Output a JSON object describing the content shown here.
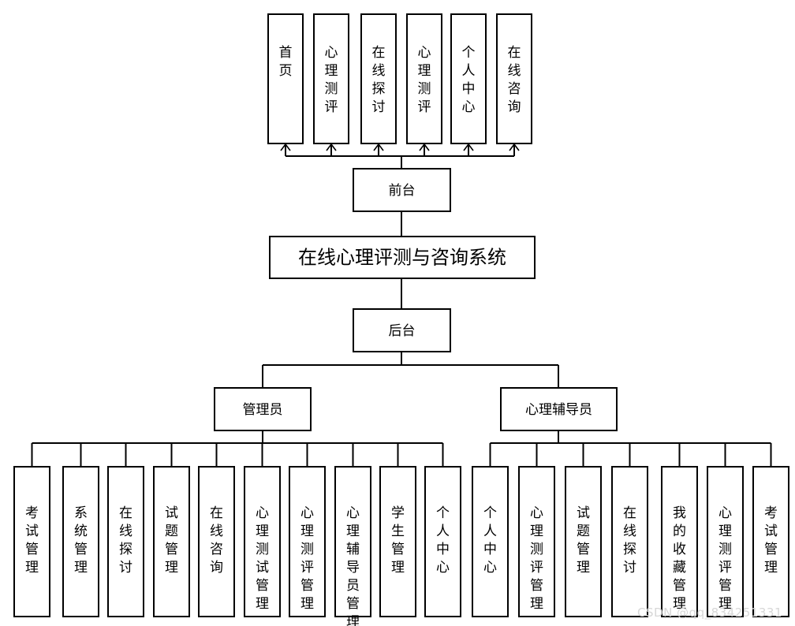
{
  "colors": {
    "stroke": "#000000",
    "box_fill": "#ffffff",
    "text": "#000000",
    "watermark": "#d7d7d7"
  },
  "diagram": {
    "root": "在线心理评测与咨询系统",
    "frontend": {
      "title": "前台",
      "items": [
        "首页",
        "心理测评",
        "在线探讨",
        "心理测评",
        "个人中心",
        "在线咨询"
      ]
    },
    "backend": {
      "title": "后台",
      "roles": [
        {
          "title": "管理员",
          "items": [
            "考试管理",
            "系统管理",
            "在线探讨",
            "试题管理",
            "在线咨询",
            "心理测试管理",
            "心理测评管理",
            "心理辅导员管理",
            "学生管理",
            "个人中心"
          ]
        },
        {
          "title": "心理辅导员",
          "items": [
            "个人中心",
            "心理测评管理",
            "试题管理",
            "在线探讨",
            "我的收藏管理",
            "心理测评管理",
            "考试管理"
          ]
        }
      ]
    }
  },
  "watermark": "CSDN @qq_834251331"
}
